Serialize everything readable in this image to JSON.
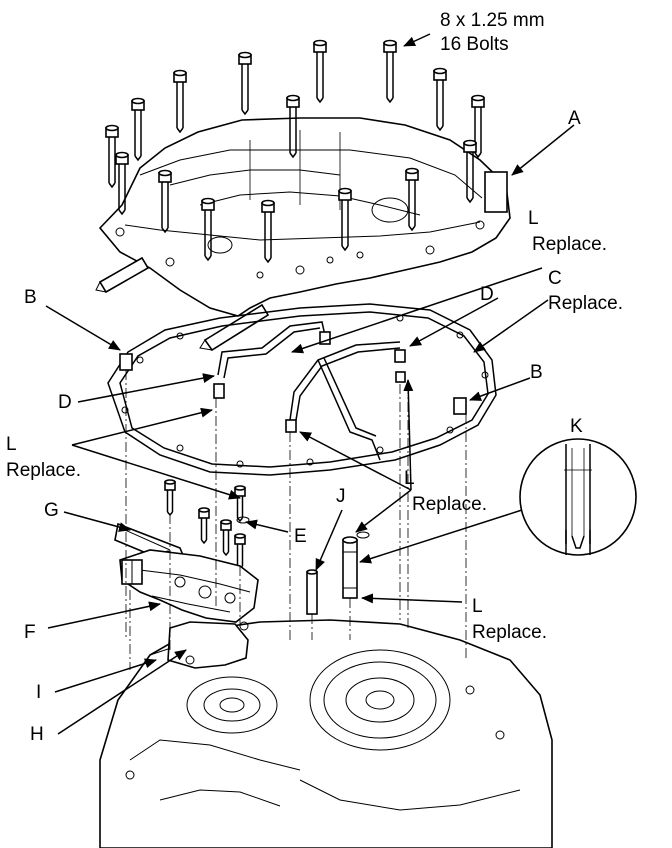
{
  "callouts": {
    "bolt_size": "8 x 1.25 mm",
    "bolt_count": "16 Bolts",
    "A": "A",
    "B": "B",
    "C": "C",
    "C_note": "Replace.",
    "D": "D",
    "E": "E",
    "F": "F",
    "G": "G",
    "H": "H",
    "I": "I",
    "J": "J",
    "K": "K",
    "L": "L",
    "L_note": "Replace."
  }
}
